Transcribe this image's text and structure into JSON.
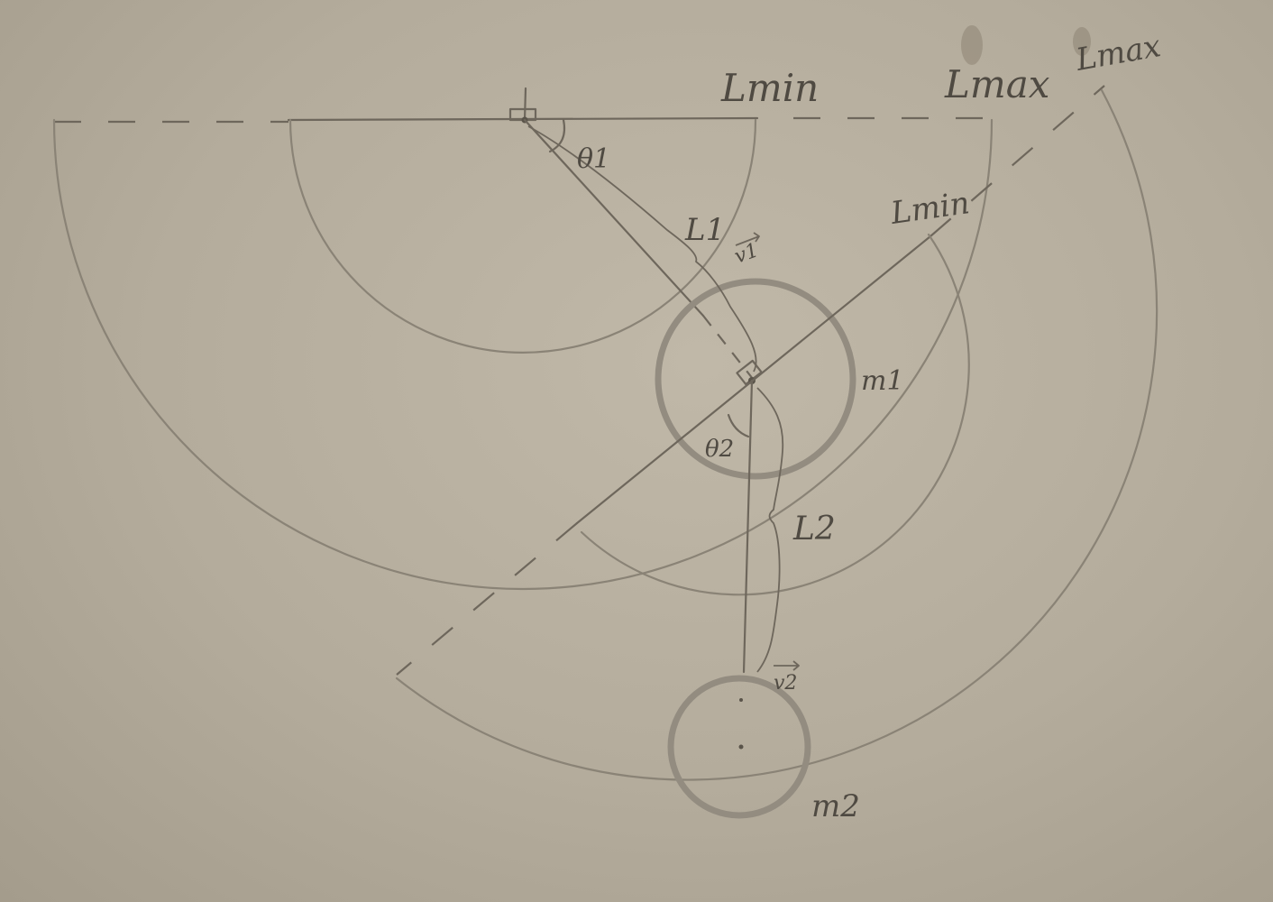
{
  "diagram": {
    "labels": {
      "l_min_top": "Lmin",
      "l_max_top": "Lmax",
      "l_max_diag": "Lmax",
      "l_min_diag": "Lmin",
      "theta1": "θ1",
      "theta2": "θ2",
      "L1": "L1",
      "L2": "L2",
      "v1": "v1",
      "v2": "v2",
      "m1": "m1",
      "m2": "m2"
    },
    "colors": {
      "paper": "#b8b0a0",
      "pencil": "#6e675c",
      "faint_pencil": "#8a8376"
    }
  }
}
